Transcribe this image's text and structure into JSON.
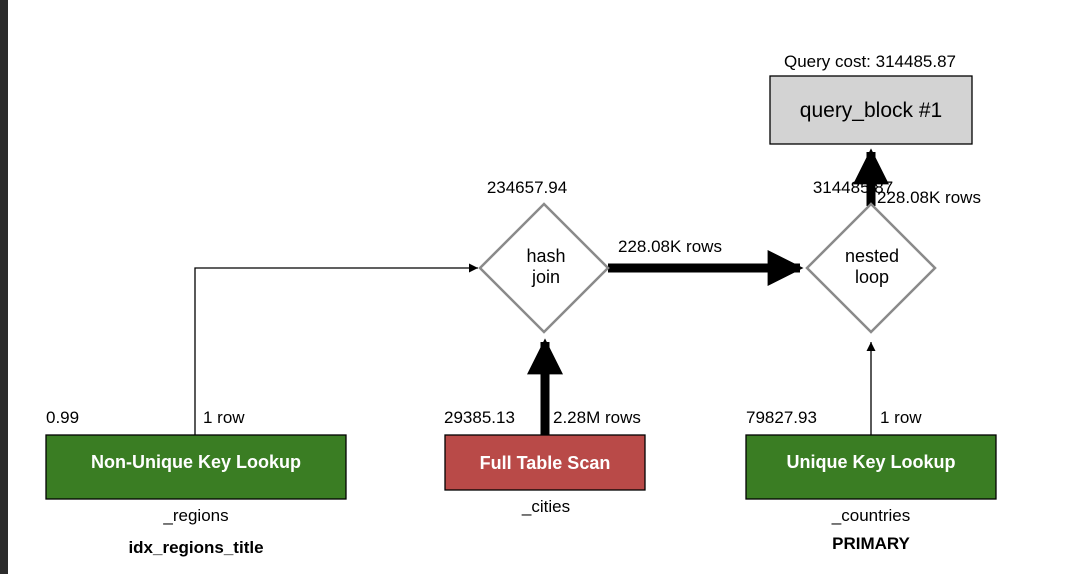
{
  "query_cost_label": "Query cost: 314485.87",
  "query_block": {
    "title": "query_block #1"
  },
  "operations": {
    "hash_join": {
      "cost": "234657.94",
      "line1": "hash",
      "line2": "join",
      "output_rows": "228.08K rows"
    },
    "nested_loop": {
      "cost": "314485.87",
      "line1": "nested",
      "line2": "loop",
      "output_rows": "228.08K rows"
    }
  },
  "tables": [
    {
      "access_type": "Non-Unique Key Lookup",
      "cost": "0.99",
      "rows": "1 row",
      "table": "_regions",
      "key": "idx_regions_title",
      "color": "#3a7d23"
    },
    {
      "access_type": "Full Table Scan",
      "cost": "29385.13",
      "rows": "2.28M rows",
      "table": "_cities",
      "key": "",
      "color": "#b94a48"
    },
    {
      "access_type": "Unique Key Lookup",
      "cost": "79827.93",
      "rows": "1 row",
      "table": "_countries",
      "key": "PRIMARY",
      "color": "#3a7d23"
    }
  ],
  "colors": {
    "query_block_fill": "#d3d3d3",
    "diamond_stroke": "#8a8a8a"
  }
}
